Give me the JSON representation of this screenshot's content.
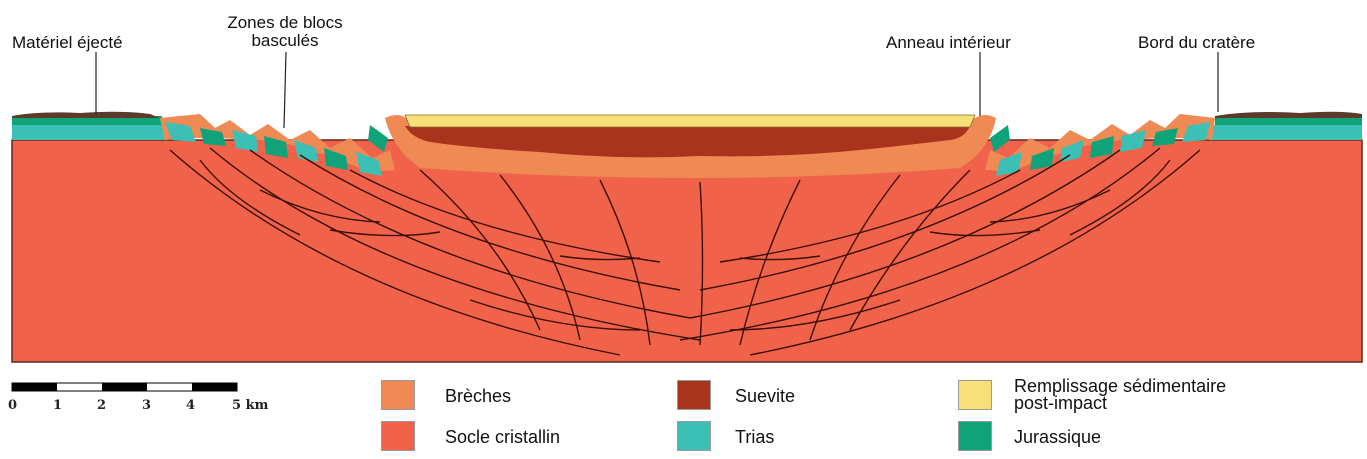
{
  "annotations": {
    "ejecta": "Matériel éjecté",
    "tilted_blocks_line1": "Zones de blocs",
    "tilted_blocks_line2": "basculés",
    "inner_ring": "Anneau intérieur",
    "crater_rim": "Bord du cratère"
  },
  "scale_bar": {
    "ticks": [
      "0",
      "1",
      "2",
      "3",
      "4",
      "5 km"
    ]
  },
  "legend": {
    "breccia": "Brèches",
    "crystalline_basement": "Socle cristallin",
    "suevite": "Suevite",
    "triassic": "Trias",
    "sedimentary_fill_line1": "Remplissage sédimentaire",
    "sedimentary_fill_line2": "post-impact",
    "jurassic": "Jurassique"
  },
  "colors": {
    "basement": "#f0634a",
    "breccia": "#f08a55",
    "suevite": "#a8341e",
    "fill": "#f7df7a",
    "triassic": "#3cbfb5",
    "jurassic": "#10a37a",
    "fracture": "#3a0f08"
  }
}
